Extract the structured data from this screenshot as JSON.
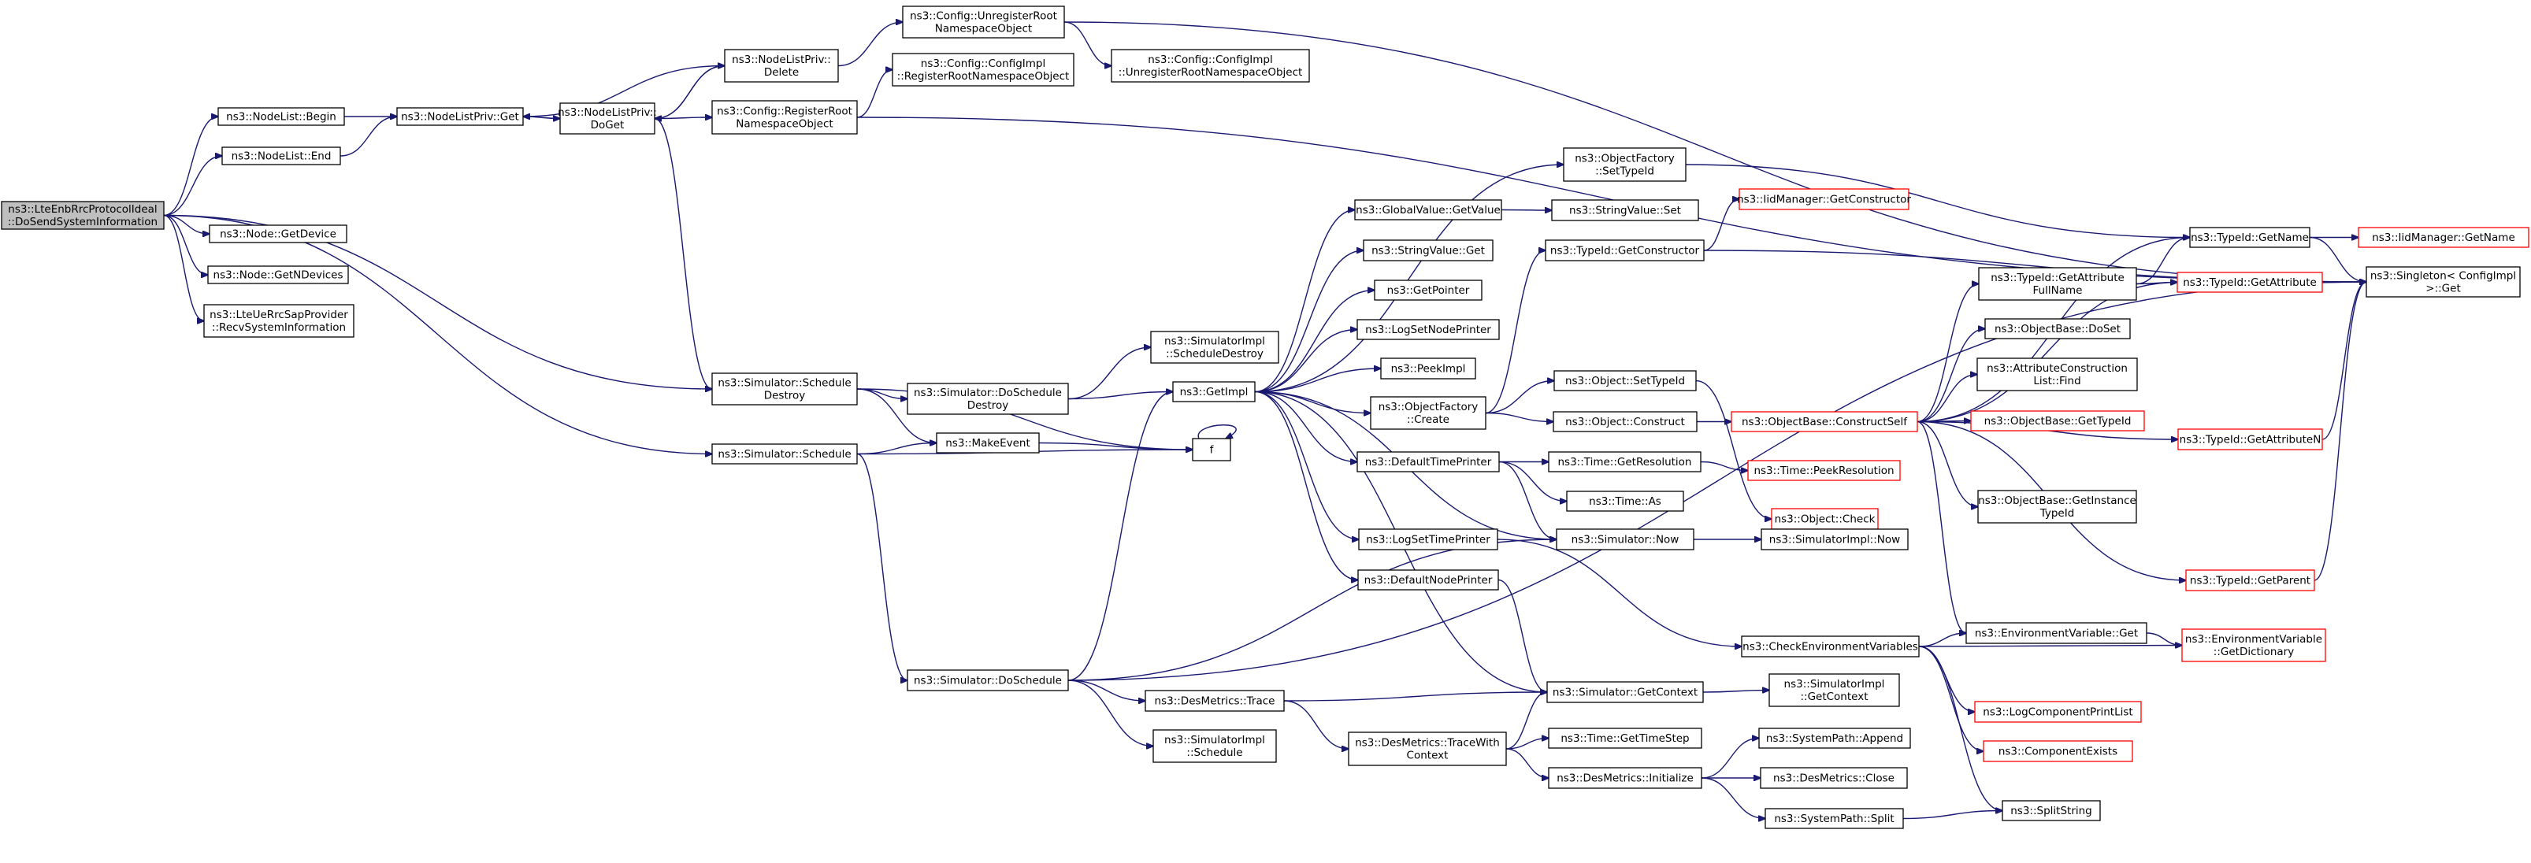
{
  "colors": {
    "edge": "#191970",
    "root_fill": "#bfbfbf",
    "truncated_border": "#ff0000",
    "node_border": "#000000"
  },
  "nodes": [
    {
      "id": "root",
      "lines": [
        "ns3::LteEnbRrcProtocolIdeal",
        "::DoSendSystemInformation"
      ],
      "root": true
    },
    {
      "id": "nl_begin",
      "lines": [
        "ns3::NodeList::Begin"
      ]
    },
    {
      "id": "nl_end",
      "lines": [
        "ns3::NodeList::End"
      ]
    },
    {
      "id": "node_getdevice",
      "lines": [
        "ns3::Node::GetDevice"
      ]
    },
    {
      "id": "node_getndevices",
      "lines": [
        "ns3::Node::GetNDevices"
      ]
    },
    {
      "id": "recv_sysinfo",
      "lines": [
        "ns3::LteUeRrcSapProvider",
        "::RecvSystemInformation"
      ]
    },
    {
      "id": "nlp_get",
      "lines": [
        "ns3::NodeListPriv::Get"
      ]
    },
    {
      "id": "nlp_doget",
      "lines": [
        "ns3::NodeListPriv::",
        "DoGet"
      ]
    },
    {
      "id": "nlp_delete",
      "lines": [
        "ns3::NodeListPriv::",
        "Delete"
      ]
    },
    {
      "id": "cfg_unreg",
      "lines": [
        "ns3::Config::UnregisterRoot",
        "NamespaceObject"
      ]
    },
    {
      "id": "cfgimpl_unreg",
      "lines": [
        "ns3::Config::ConfigImpl",
        "::UnregisterRootNamespaceObject"
      ]
    },
    {
      "id": "cfgimpl_reg",
      "lines": [
        "ns3::Config::ConfigImpl",
        "::RegisterRootNamespaceObject"
      ]
    },
    {
      "id": "cfg_reg",
      "lines": [
        "ns3::Config::RegisterRoot",
        "NamespaceObject"
      ]
    },
    {
      "id": "sim_sched_destroy",
      "lines": [
        "ns3::Simulator::Schedule",
        "Destroy"
      ]
    },
    {
      "id": "sim_schedule",
      "lines": [
        "ns3::Simulator::Schedule"
      ]
    },
    {
      "id": "sim_doschedule_destroy",
      "lines": [
        "ns3::Simulator::DoSchedule",
        "Destroy"
      ]
    },
    {
      "id": "simimpl_sched_destroy",
      "lines": [
        "ns3::SimulatorImpl",
        "::ScheduleDestroy"
      ]
    },
    {
      "id": "make_event",
      "lines": [
        "ns3::MakeEvent"
      ]
    },
    {
      "id": "get_impl",
      "lines": [
        "ns3::GetImpl"
      ]
    },
    {
      "id": "f",
      "lines": [
        "f"
      ]
    },
    {
      "id": "sim_doschedule",
      "lines": [
        "ns3::Simulator::DoSchedule"
      ]
    },
    {
      "id": "desmetrics_trace",
      "lines": [
        "ns3::DesMetrics::Trace"
      ]
    },
    {
      "id": "simimpl_schedule",
      "lines": [
        "ns3::SimulatorImpl",
        "::Schedule"
      ]
    },
    {
      "id": "desmetrics_tracewith",
      "lines": [
        "ns3::DesMetrics::TraceWith",
        "Context"
      ]
    },
    {
      "id": "of_settypeid",
      "lines": [
        "ns3::ObjectFactory",
        "::SetTypeId"
      ]
    },
    {
      "id": "gv_getvalue",
      "lines": [
        "ns3::GlobalValue::GetValue"
      ]
    },
    {
      "id": "sv_get",
      "lines": [
        "ns3::StringValue::Get"
      ]
    },
    {
      "id": "getpointer",
      "lines": [
        "ns3::GetPointer"
      ]
    },
    {
      "id": "logsetnodeprinter",
      "lines": [
        "ns3::LogSetNodePrinter"
      ]
    },
    {
      "id": "peekimpl",
      "lines": [
        "ns3::PeekImpl"
      ]
    },
    {
      "id": "of_create",
      "lines": [
        "ns3::ObjectFactory",
        "::Create"
      ]
    },
    {
      "id": "defaulttimeprinter",
      "lines": [
        "ns3::DefaultTimePrinter"
      ]
    },
    {
      "id": "logsettimeprinter",
      "lines": [
        "ns3::LogSetTimePrinter"
      ]
    },
    {
      "id": "defaultnodeprinter",
      "lines": [
        "ns3::DefaultNodePrinter"
      ]
    },
    {
      "id": "sv_set",
      "lines": [
        "ns3::StringValue::Set"
      ]
    },
    {
      "id": "tid_getconstructor",
      "lines": [
        "ns3::TypeId::GetConstructor"
      ]
    },
    {
      "id": "iidm_getconstructor",
      "lines": [
        "ns3::IidManager::GetConstructor"
      ],
      "red": true
    },
    {
      "id": "obj_settypeid",
      "lines": [
        "ns3::Object::SetTypeId"
      ]
    },
    {
      "id": "obj_check",
      "lines": [
        "ns3::Object::Check"
      ],
      "red": true
    },
    {
      "id": "obj_construct",
      "lines": [
        "ns3::Object::Construct"
      ]
    },
    {
      "id": "ob_constructself",
      "lines": [
        "ns3::ObjectBase::ConstructSelf"
      ],
      "red": true
    },
    {
      "id": "time_getres",
      "lines": [
        "ns3::Time::GetResolution"
      ]
    },
    {
      "id": "time_peekres",
      "lines": [
        "ns3::Time::PeekResolution"
      ],
      "red": true
    },
    {
      "id": "time_as",
      "lines": [
        "ns3::Time::As"
      ]
    },
    {
      "id": "sim_now",
      "lines": [
        "ns3::Simulator::Now"
      ]
    },
    {
      "id": "simimpl_now",
      "lines": [
        "ns3::SimulatorImpl::Now"
      ]
    },
    {
      "id": "checkenv",
      "lines": [
        "ns3::CheckEnvironmentVariables"
      ]
    },
    {
      "id": "sim_getcontext",
      "lines": [
        "ns3::Simulator::GetContext"
      ]
    },
    {
      "id": "simimpl_getcontext",
      "lines": [
        "ns3::SimulatorImpl",
        "::GetContext"
      ]
    },
    {
      "id": "time_gettimestep",
      "lines": [
        "ns3::Time::GetTimeStep"
      ]
    },
    {
      "id": "desmetrics_init",
      "lines": [
        "ns3::DesMetrics::Initialize"
      ]
    },
    {
      "id": "sp_append",
      "lines": [
        "ns3::SystemPath::Append"
      ]
    },
    {
      "id": "desmetrics_close",
      "lines": [
        "ns3::DesMetrics::Close"
      ]
    },
    {
      "id": "sp_split",
      "lines": [
        "ns3::SystemPath::Split"
      ]
    },
    {
      "id": "splitstring",
      "lines": [
        "ns3::SplitString"
      ]
    },
    {
      "id": "tid_getattrfullname",
      "lines": [
        "ns3::TypeId::GetAttribute",
        "FullName"
      ]
    },
    {
      "id": "tid_getname",
      "lines": [
        "ns3::TypeId::GetName"
      ]
    },
    {
      "id": "tid_getattribute",
      "lines": [
        "ns3::TypeId::GetAttribute"
      ],
      "red": true
    },
    {
      "id": "ob_doset",
      "lines": [
        "ns3::ObjectBase::DoSet"
      ]
    },
    {
      "id": "acl_find",
      "lines": [
        "ns3::AttributeConstruction",
        "List::Find"
      ]
    },
    {
      "id": "ob_gettypeid",
      "lines": [
        "ns3::ObjectBase::GetTypeId"
      ],
      "red": true
    },
    {
      "id": "ob_getinstancetypeid",
      "lines": [
        "ns3::ObjectBase::GetInstance",
        "TypeId"
      ]
    },
    {
      "id": "tid_getattributen",
      "lines": [
        "ns3::TypeId::GetAttributeN"
      ],
      "red": true
    },
    {
      "id": "tid_getparent",
      "lines": [
        "ns3::TypeId::GetParent"
      ],
      "red": true
    },
    {
      "id": "envvar_get",
      "lines": [
        "ns3::EnvironmentVariable::Get"
      ]
    },
    {
      "id": "envvar_getdict",
      "lines": [
        "ns3::EnvironmentVariable",
        "::GetDictionary"
      ],
      "red": true
    },
    {
      "id": "logcomponentprintlist",
      "lines": [
        "ns3::LogComponentPrintList"
      ],
      "red": true
    },
    {
      "id": "componentexists",
      "lines": [
        "ns3::ComponentExists"
      ],
      "red": true
    },
    {
      "id": "iidm_getname",
      "lines": [
        "ns3::IidManager::GetName"
      ],
      "red": true
    },
    {
      "id": "singleton_get",
      "lines": [
        "ns3::Singleton< ConfigImpl",
        ">::Get"
      ]
    }
  ]
}
